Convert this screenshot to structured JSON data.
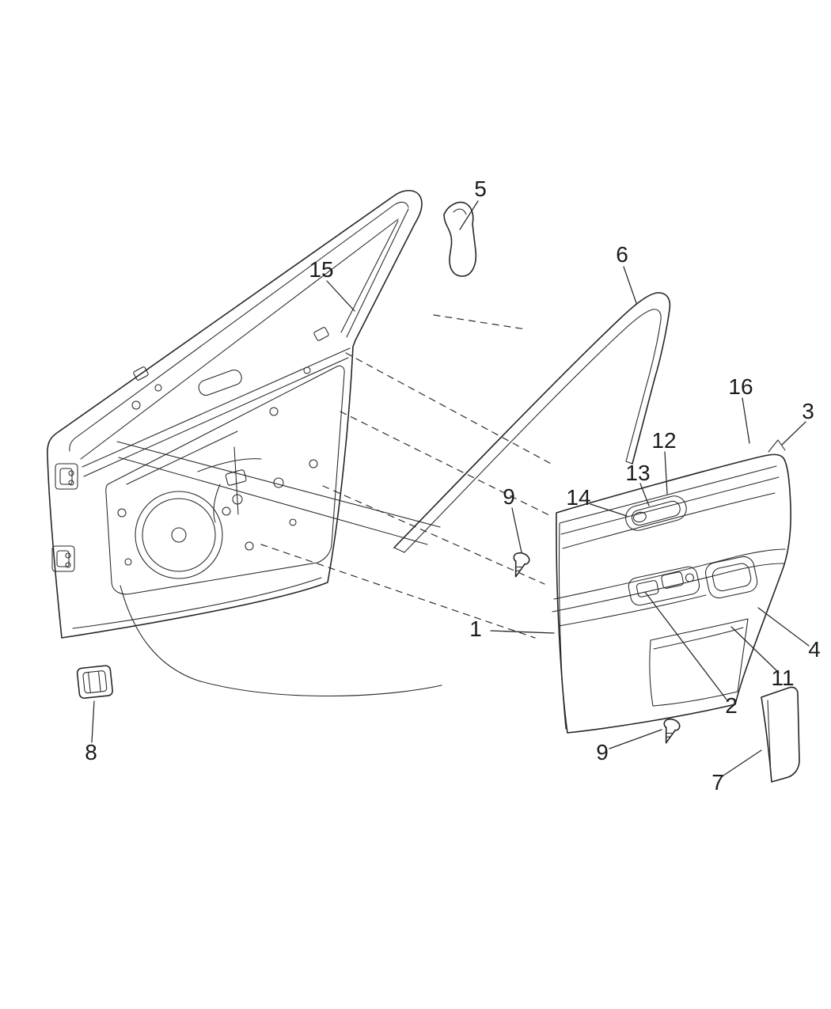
{
  "artwork": {
    "background": "#ffffff",
    "line_color": "#262626",
    "description_visible_text_only": true
  },
  "callouts": {
    "c1": {
      "label": "1"
    },
    "c2": {
      "label": "2"
    },
    "c3": {
      "label": "3"
    },
    "c4": {
      "label": "4"
    },
    "c5": {
      "label": "5"
    },
    "c6": {
      "label": "6"
    },
    "c7": {
      "label": "7"
    },
    "c8": {
      "label": "8"
    },
    "c9a": {
      "label": "9"
    },
    "c9b": {
      "label": "9"
    },
    "c11": {
      "label": "11"
    },
    "c12": {
      "label": "12"
    },
    "c13": {
      "label": "13"
    },
    "c14": {
      "label": "14"
    },
    "c15": {
      "label": "15"
    },
    "c16": {
      "label": "16"
    }
  }
}
